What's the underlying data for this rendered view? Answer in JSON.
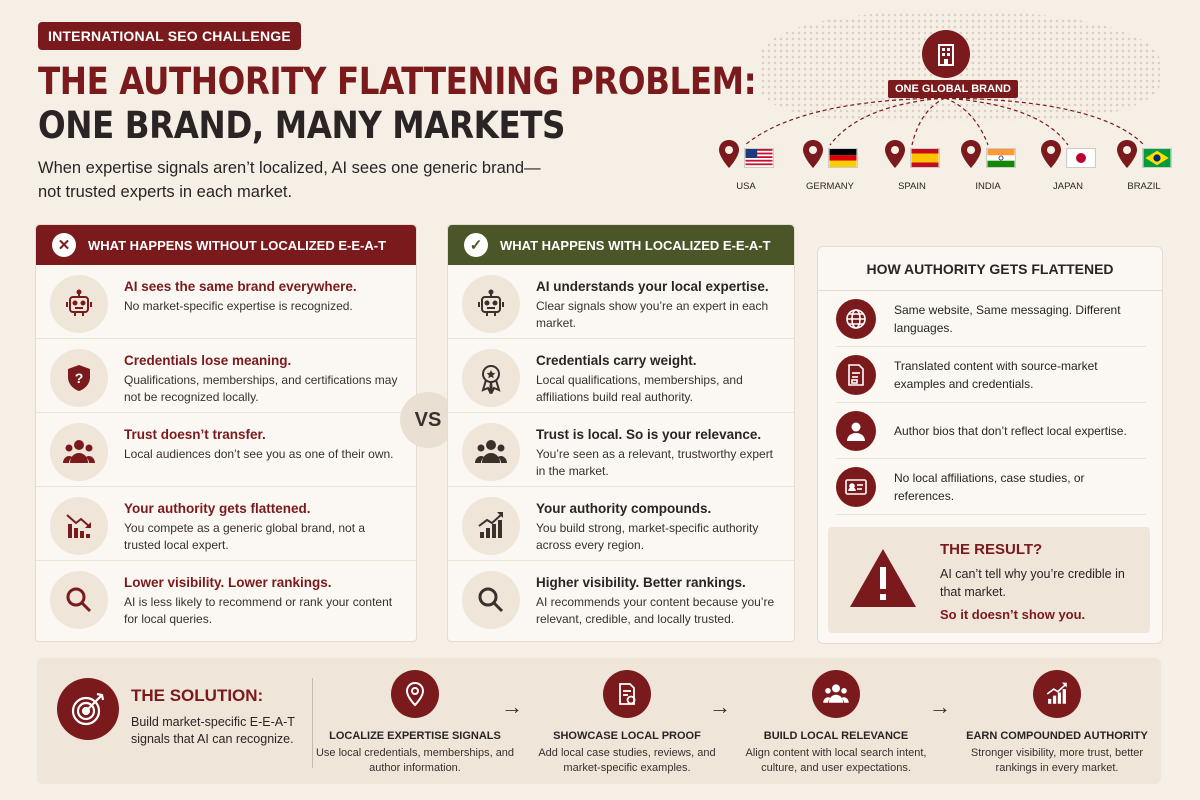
{
  "header": {
    "badge": "INTERNATIONAL SEO CHALLENGE",
    "title_line1": "THE AUTHORITY FLATTENING PROBLEM:",
    "title_line2": "ONE BRAND, MANY MARKETS",
    "subtitle": "When expertise signals aren’t localized, AI sees one generic brand—not trusted experts in each market."
  },
  "map": {
    "brand_label": "ONE GLOBAL BRAND",
    "countries": [
      "USA",
      "GERMANY",
      "SPAIN",
      "INDIA",
      "JAPAN",
      "BRAZIL"
    ]
  },
  "left": {
    "heading": "WHAT HAPPENS WITHOUT LOCALIZED E-E-A-T",
    "items": [
      {
        "title": "AI sees the same brand everywhere.",
        "desc": "No market-specific expertise is recognized."
      },
      {
        "title": "Credentials lose meaning.",
        "desc": "Qualifications, memberships, and certifications may not be recognized locally."
      },
      {
        "title": "Trust doesn’t transfer.",
        "desc": "Local audiences don’t see you as one of their own."
      },
      {
        "title": "Your authority gets flattened.",
        "desc": "You compete as a generic global brand, not a trusted local expert."
      },
      {
        "title": "Lower visibility. Lower rankings.",
        "desc": "AI is less likely to recommend or rank your content for local queries."
      }
    ]
  },
  "vs": "VS",
  "middle": {
    "heading": "WHAT HAPPENS WITH LOCALIZED E-E-A-T",
    "items": [
      {
        "title": "AI understands your local expertise.",
        "desc": "Clear signals show you’re an expert in each market."
      },
      {
        "title": "Credentials carry weight.",
        "desc": "Local qualifications, memberships, and affiliations build real authority."
      },
      {
        "title": "Trust is local. So is your relevance.",
        "desc": "You’re seen as a relevant, trustworthy expert in the market."
      },
      {
        "title": "Your authority compounds.",
        "desc": "You build strong, market-specific authority across every region."
      },
      {
        "title": "Higher visibility. Better rankings.",
        "desc": "AI recommends your content because you’re relevant, credible, and locally trusted."
      }
    ]
  },
  "right": {
    "heading": "HOW AUTHORITY GETS FLATTENED",
    "items": [
      "Same website, Same messaging. Different languages.",
      "Translated content with source-market examples and credentials.",
      "Author bios that don’t reflect local expertise.",
      "No local affiliations, case studies, or references."
    ],
    "result_title": "THE RESULT?",
    "result_desc": "AI can’t tell why you’re credible in that market.",
    "result_strong": "So it doesn’t show you."
  },
  "solution": {
    "title": "THE SOLUTION:",
    "desc": "Build market-specific E-E-A-T signals that AI can recognize.",
    "steps": [
      {
        "title": "LOCALIZE EXPERTISE SIGNALS",
        "desc": "Use local credentials, memberships, and author information."
      },
      {
        "title": "SHOWCASE LOCAL PROOF",
        "desc": "Add local case studies, reviews, and market-specific examples."
      },
      {
        "title": "BUILD LOCAL RELEVANCE",
        "desc": "Align content with local search intent, culture, and user expectations."
      },
      {
        "title": "EARN COMPOUNDED AUTHORITY",
        "desc": "Stronger visibility, more trust, better rankings in every market."
      }
    ]
  },
  "colors": {
    "brand": "#7a1a1c",
    "green": "#4a5628",
    "background": "#f6efe6"
  }
}
